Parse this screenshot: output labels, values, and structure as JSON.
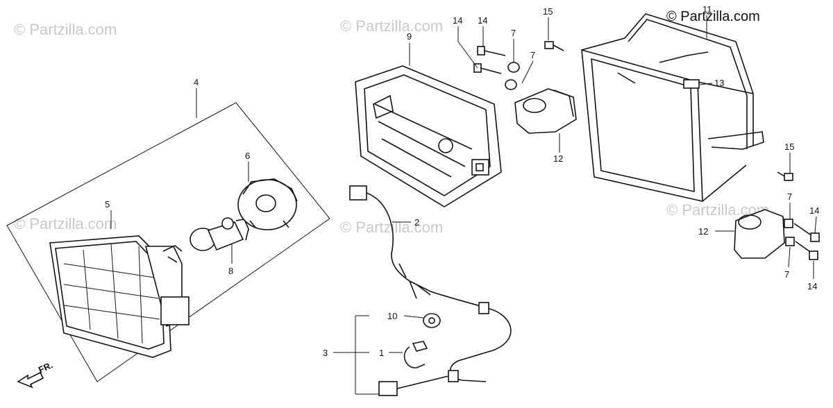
{
  "copyright": "© Partzilla.com",
  "watermark": "© Partzilla.com",
  "front_marker": "FR.",
  "callouts": {
    "c1": "1",
    "c2": "2",
    "c3": "3",
    "c4": "4",
    "c5": "5",
    "c6": "6",
    "c7a": "7",
    "c7b": "7",
    "c7c": "7",
    "c7d": "7",
    "c8": "8",
    "c9": "9",
    "c10": "10",
    "c11": "11",
    "c12a": "12",
    "c12b": "12",
    "c13": "13",
    "c14a": "14",
    "c14b": "14",
    "c14c": "14",
    "c14d": "14",
    "c15a": "15",
    "c15b": "15"
  }
}
